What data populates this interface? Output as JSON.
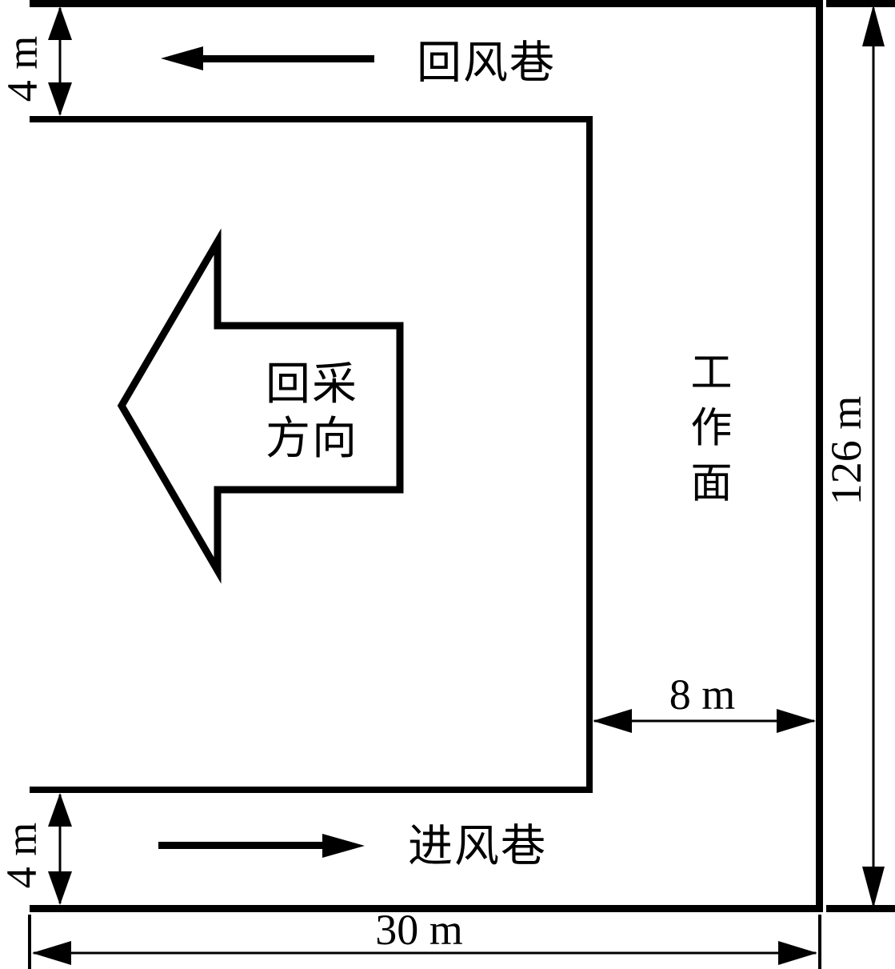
{
  "diagram": {
    "background_color": "#ffffff",
    "line_color": "#000000",
    "labels": {
      "return_airway": "回风巷",
      "intake_airway": "进风巷",
      "working_face": "工作面",
      "mining_direction_line1": "回采",
      "mining_direction_line2": "方向"
    },
    "dimensions": {
      "top_airway_width": "4 m",
      "bottom_airway_width": "4 m",
      "face_length": "126 m",
      "face_width": "8 m",
      "panel_width": "30 m"
    },
    "arrows": {
      "top_airflow_direction": "left",
      "bottom_airflow_direction": "right",
      "mining_direction": "left"
    }
  }
}
